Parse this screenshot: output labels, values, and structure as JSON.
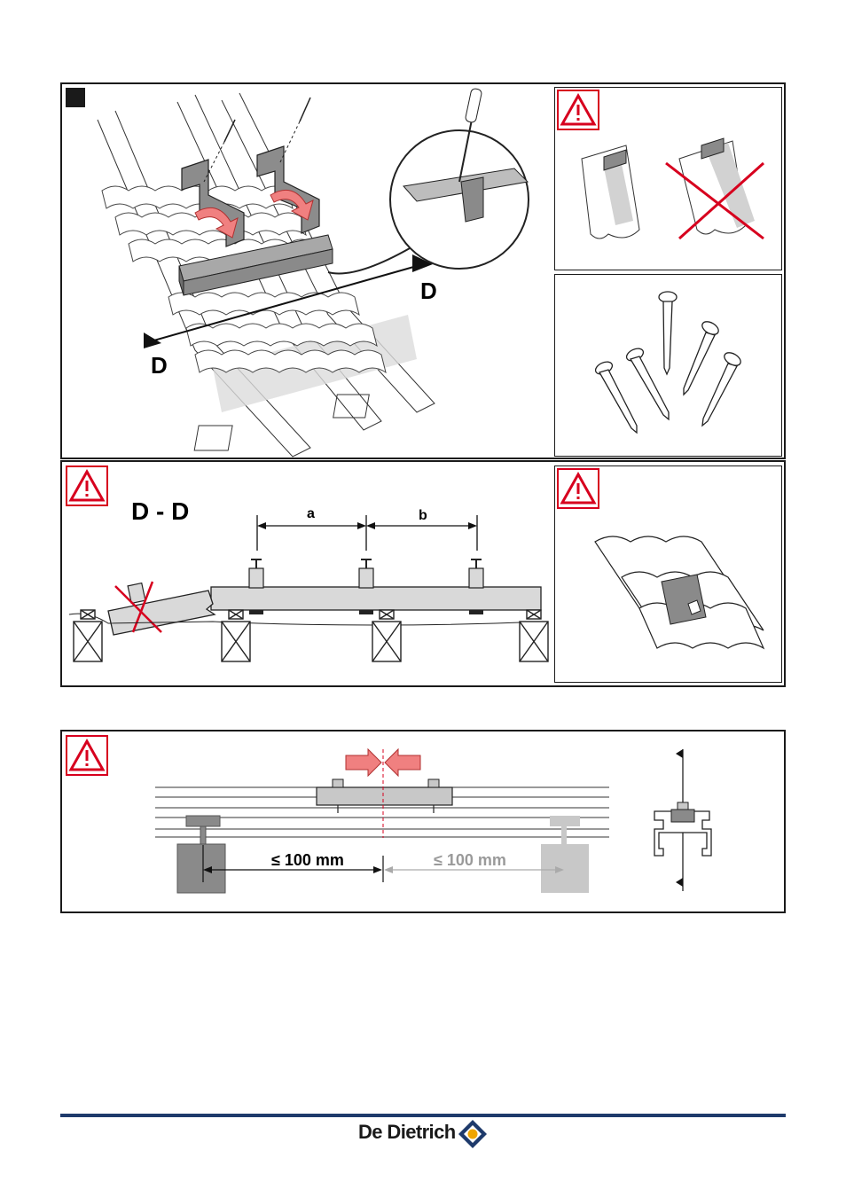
{
  "figure1": {
    "section_label_left": "D",
    "section_label_right": "D"
  },
  "figure2": {
    "title": "D - D",
    "dim_a": "a",
    "dim_b": "b"
  },
  "figure3": {
    "dim_left": "≤ 100 mm",
    "dim_right": "≤ 100 mm"
  },
  "footer": {
    "brand": "De Dietrich"
  },
  "colors": {
    "warning_red": "#d7001e",
    "brand_blue": "#1e3a6b",
    "brand_orange": "#f0a500",
    "arrow_red": "#f08080",
    "mounting_grey": "#8a8a8a"
  },
  "icons": [
    "warning-triangle-icon",
    "screwdriver-icon",
    "screw-icon",
    "cross-out-icon",
    "brand-diamond-icon"
  ]
}
